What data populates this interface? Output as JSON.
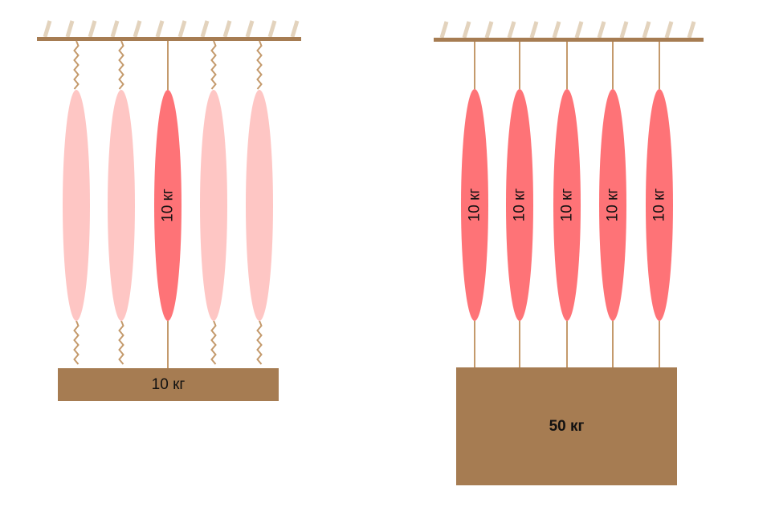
{
  "colors": {
    "ceiling": "#a67c52",
    "hatch": "#e3d3bd",
    "string": "#c49a6c",
    "fiber_active": "#fe7377",
    "fiber_inactive": "#fec6c4",
    "load": "#a67c52"
  },
  "left_panel": {
    "fibers": [
      {
        "active": false,
        "label": ""
      },
      {
        "active": false,
        "label": ""
      },
      {
        "active": true,
        "label": "10 кг"
      },
      {
        "active": false,
        "label": ""
      },
      {
        "active": false,
        "label": ""
      }
    ],
    "load_label": "10 кг"
  },
  "right_panel": {
    "fibers": [
      {
        "active": true,
        "label": "10 кг"
      },
      {
        "active": true,
        "label": "10 кг"
      },
      {
        "active": true,
        "label": "10 кг"
      },
      {
        "active": true,
        "label": "10 кг"
      },
      {
        "active": true,
        "label": "10 кг"
      }
    ],
    "load_label": "50 кг"
  }
}
